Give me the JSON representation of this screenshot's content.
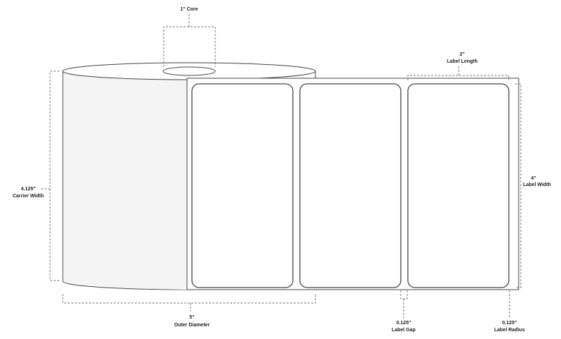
{
  "core": {
    "value": "1\" Core"
  },
  "label_length": {
    "value": "2\"",
    "label": "Label Length"
  },
  "label_width": {
    "value": "4\"",
    "label": "Label Width"
  },
  "carrier_width": {
    "value": "4.125\"",
    "label": "Carrier Width"
  },
  "outer_diameter": {
    "value": "5\"",
    "label": "Outer Diameter"
  },
  "label_gap": {
    "value": "0.125\"",
    "label": "Label Gap"
  },
  "label_radius": {
    "value": "0.125\"",
    "label": "Label Radius"
  },
  "colors": {
    "roll_shade": "#f4f4f4",
    "outline": "#444444",
    "dim": "#777777"
  }
}
